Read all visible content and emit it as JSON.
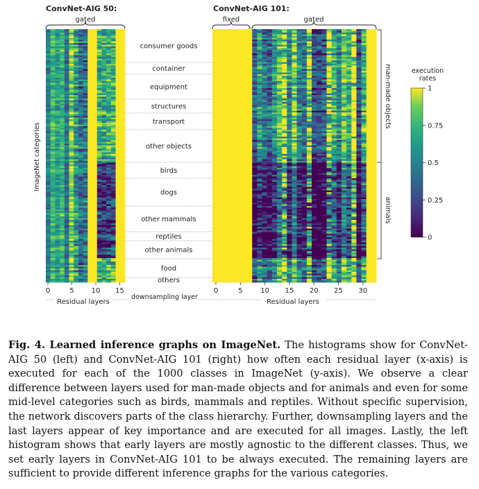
{
  "figure": {
    "left_title": "ConvNet-AIG 50:",
    "left_gated": "gated",
    "right_title": "ConvNet-AIG 101:",
    "right_fixed": "fixed",
    "right_gated": "gated",
    "y_axis_label": "ImageNet categories",
    "left_xlabel": "Residual layers",
    "right_xlabel": "Residual layers",
    "downsampling_label": "downsampling layer",
    "left_xticks": [
      "0",
      "5",
      "10",
      "15"
    ],
    "right_xticks": [
      "0",
      "5",
      "10",
      "15",
      "20",
      "25",
      "30"
    ],
    "categories": [
      "consumer goods",
      "container",
      "equipment",
      "structures",
      "transport",
      "other objects",
      "birds",
      "dogs",
      "other mammals",
      "reptiles",
      "other animals",
      "food",
      "others"
    ],
    "groups": [
      "man-made objects",
      "animals"
    ],
    "colorbar": {
      "title_line1": "execution",
      "title_line2": "rates",
      "ticks": [
        "1",
        "0.75",
        "0.5",
        "0.25",
        "0"
      ]
    },
    "colors": {
      "high": "#fde725",
      "mid": "#21918c",
      "low": "#440154"
    }
  },
  "caption": {
    "label": "Fig. 4. Learned inference graphs on ImageNet.",
    "text": " The histograms show for ConvNet-AIG 50 (left) and ConvNet-AIG 101 (right) how often each residual layer (x-axis) is executed for each of the 1000 classes in ImageNet (y-axis). We observe a clear difference between layers used for man-made objects and for animals and even for some mid-level categories such as birds, mammals and reptiles. Without specific supervision, the network discovers parts of the class hierarchy. Further, downsampling layers and the last layers appear of key importance and are executed for all images. Lastly, the left histogram shows that early layers are mostly agnostic to the different classes. Thus, we set early layers in ConvNet-AIG 101 to be always executed. The remaining layers are sufficient to provide different inference graphs for the various categories."
  }
}
